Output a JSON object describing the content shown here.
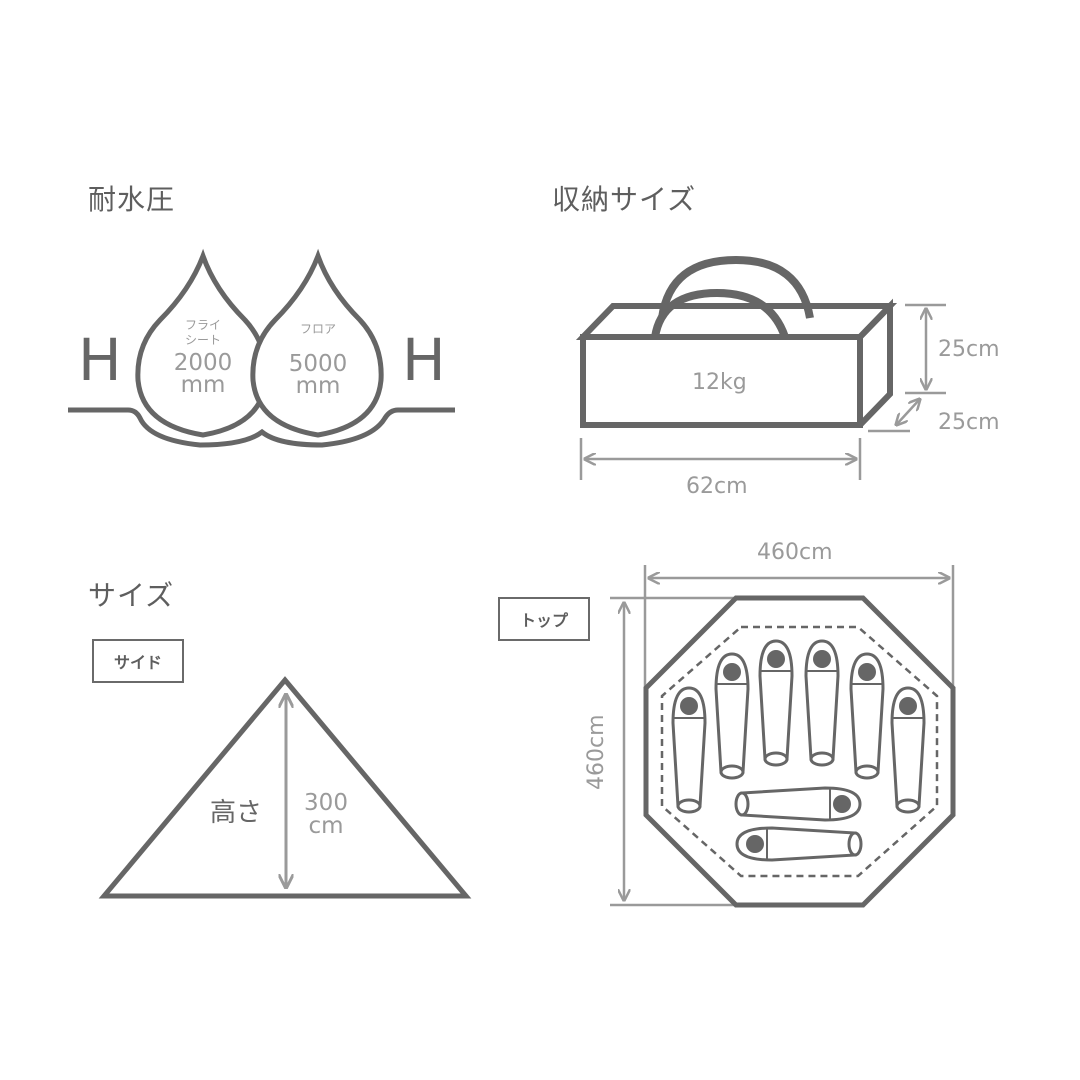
{
  "colors": {
    "stroke": "#666666",
    "dim": "#9a9a9a",
    "text": "#5e5e5e",
    "background": "#ffffff"
  },
  "waterproof": {
    "title": "耐水圧",
    "left_letter": "H",
    "right_letter": "H",
    "fly_sheet": {
      "label_line1": "フライ",
      "label_line2": "シート",
      "value": "2000",
      "unit": "mm"
    },
    "floor": {
      "label": "フロア",
      "value": "5000",
      "unit": "mm"
    }
  },
  "storage": {
    "title": "収納サイズ",
    "weight": "12kg",
    "height": "25cm",
    "depth": "25cm",
    "width": "62cm"
  },
  "size": {
    "title": "サイズ",
    "side": {
      "tag": "サイド",
      "height_label": "高さ",
      "height_value": "300",
      "height_unit": "cm"
    },
    "top": {
      "tag": "トップ",
      "width": "460cm",
      "depth": "460cm",
      "sleeping_bags": 8
    }
  }
}
